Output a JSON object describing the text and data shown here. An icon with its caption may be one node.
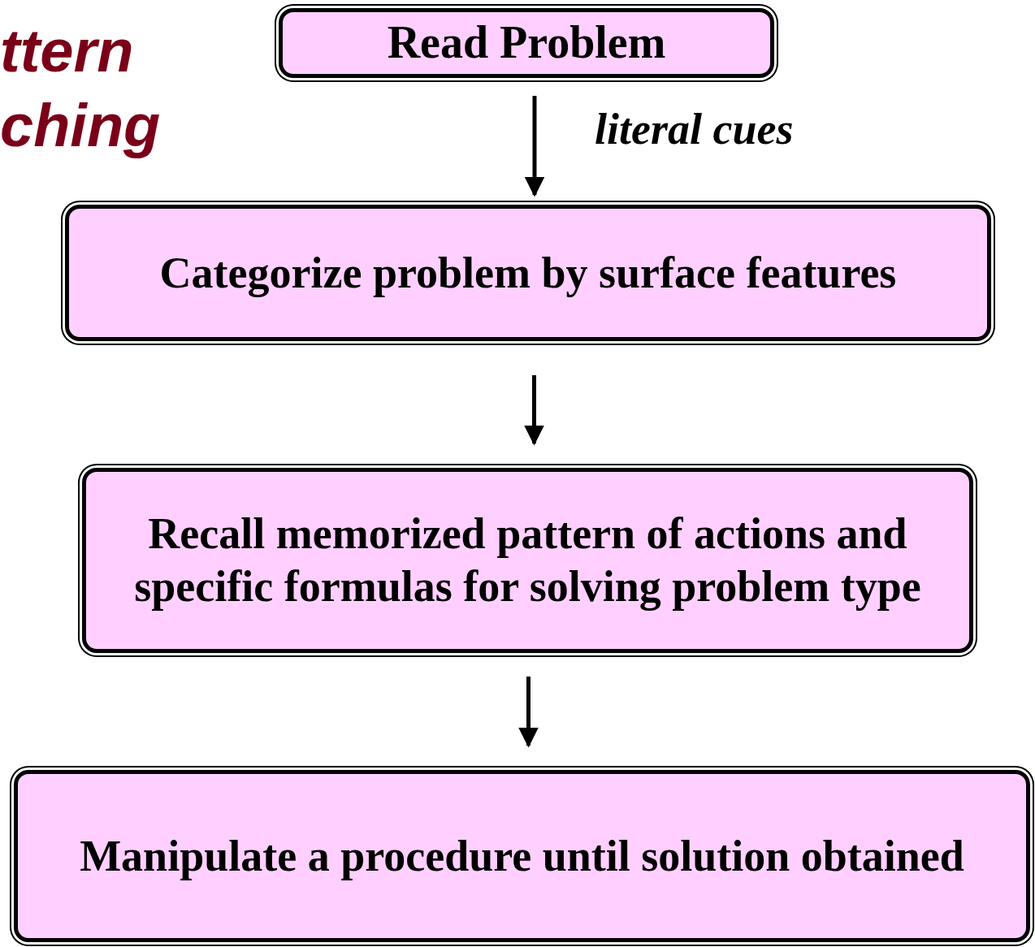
{
  "diagram": {
    "nodes": [
      {
        "text": [
          "Read Problem"
        ]
      },
      {
        "text": [
          "Categorize problem by surface features"
        ]
      },
      {
        "text": [
          "Recall memorized pattern of actions and specific formulas for solving problem type"
        ]
      },
      {
        "text": [
          "Manipulate a procedure until solution obtained"
        ]
      }
    ],
    "edges": [
      {
        "from": 0,
        "to": 1,
        "arrow": "to",
        "label": "literal cues"
      },
      {
        "from": 1,
        "to": 2,
        "arrow": "to"
      },
      {
        "from": 2,
        "to": 3,
        "arrow": "to"
      }
    ],
    "labels": [
      "ttern",
      "ching"
    ]
  }
}
